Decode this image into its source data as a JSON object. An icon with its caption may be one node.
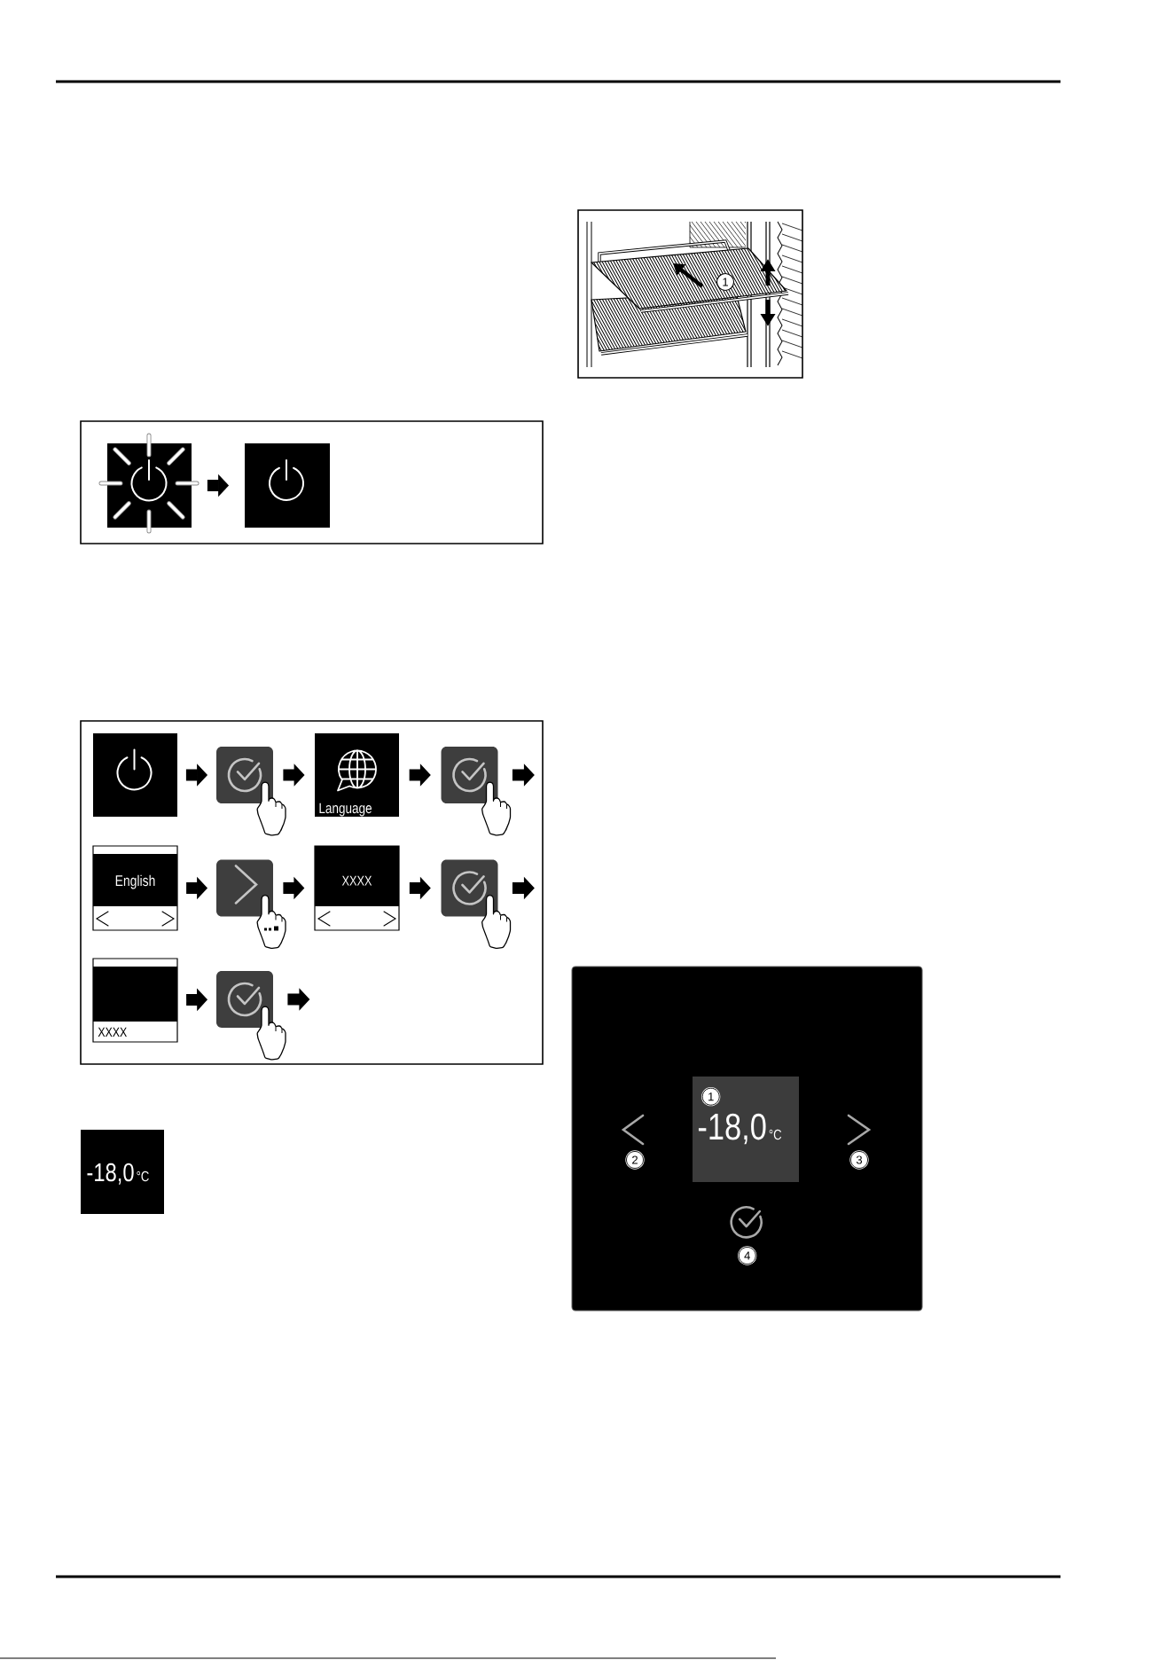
{
  "diagram": {
    "nodes": [
      {
        "text": [],
        "shape": "box"
      },
      {
        "text": [],
        "shape": "box"
      },
      {
        "text": [],
        "shape": "box"
      },
      {
        "text": [],
        "shape": "box"
      },
      {
        "text": [
          "Language"
        ]
      },
      {
        "text": [],
        "shape": "box"
      },
      {
        "text": [
          "English"
        ]
      },
      {
        "text": [],
        "shape": "box"
      },
      {
        "text": [
          "XXXX"
        ]
      },
      {
        "text": [],
        "shape": "box"
      },
      {
        "text": [
          "XXXX"
        ]
      },
      {
        "text": [],
        "shape": "box"
      },
      {
        "text": [
          "-18,0",
          "°C"
        ]
      },
      {
        "text": [],
        "shape": "box"
      },
      {
        "text": [
          "-18,0",
          "°C"
        ],
        "in": 13
      }
    ],
    "edges": [
      {
        "from": 0,
        "to": 1,
        "arrow": "to"
      },
      {
        "from": 2,
        "to": 3,
        "arrow": "to"
      },
      {
        "from": 3,
        "to": 4,
        "arrow": "to"
      },
      {
        "from": 4,
        "to": 5,
        "arrow": "to"
      },
      {
        "from": 5,
        "to": null,
        "arrow": "to"
      },
      {
        "from": 6,
        "to": 7,
        "arrow": "to"
      },
      {
        "from": 7,
        "to": 8,
        "arrow": "to"
      },
      {
        "from": 8,
        "to": 9,
        "arrow": "to"
      },
      {
        "from": 9,
        "to": null,
        "arrow": "to"
      },
      {
        "from": 10,
        "to": 11,
        "arrow": "to"
      },
      {
        "from": 11,
        "to": null,
        "arrow": "to"
      }
    ],
    "labels": [
      "1",
      "1",
      "2",
      "3",
      "4"
    ]
  }
}
